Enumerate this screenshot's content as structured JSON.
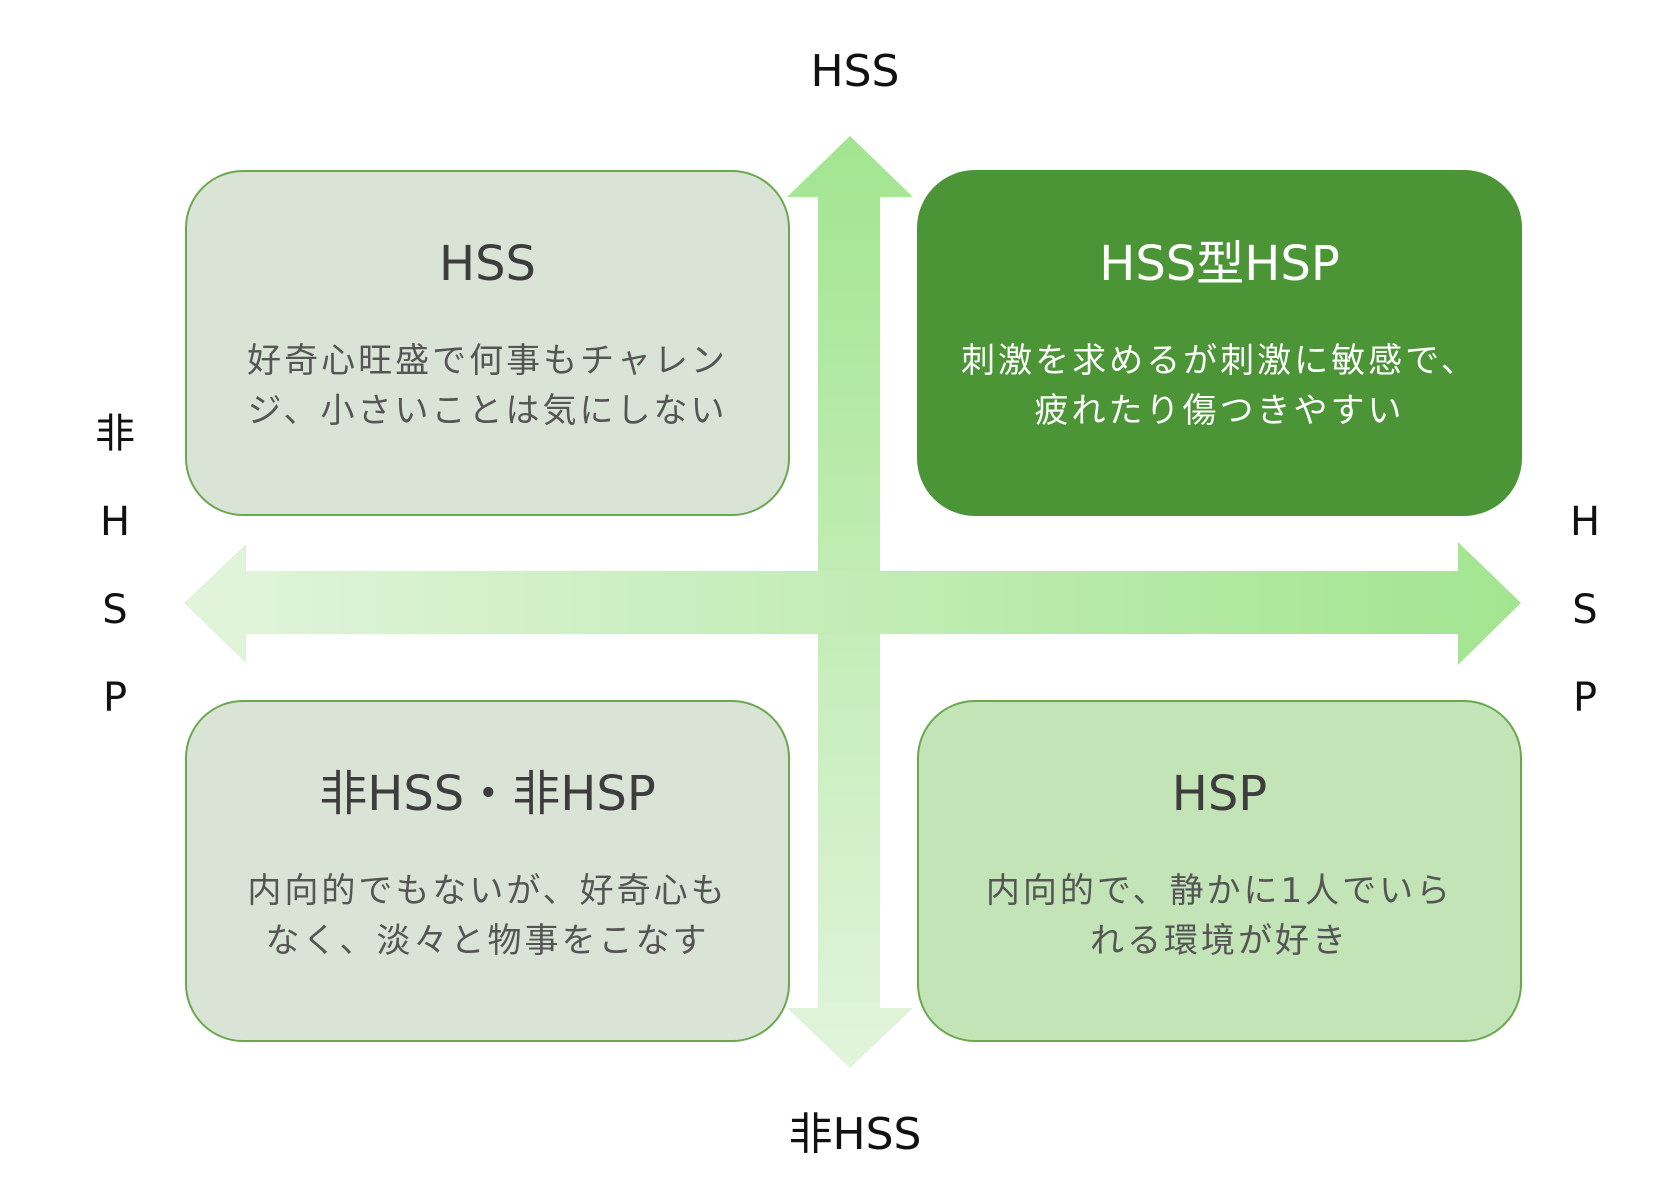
{
  "axes": {
    "vertical": {
      "top_label": "HSS",
      "bottom_label": "非HSS"
    },
    "horizontal": {
      "left_label_chars": [
        "非",
        "H",
        "S",
        "P"
      ],
      "right_label_chars": [
        "H",
        "S",
        "P"
      ]
    }
  },
  "quadrants": {
    "top_left": {
      "title": "HSS",
      "description_lines": [
        "好奇心旺盛で何事もチャレン",
        "ジ、小さいことは気にしない"
      ]
    },
    "top_right": {
      "title": "HSS型HSP",
      "description_lines": [
        "刺激を求めるが刺激に敏感で、",
        "疲れたり傷つきやすい"
      ]
    },
    "bottom_left": {
      "title": "非HSS・非HSP",
      "description_lines": [
        "内向的でもないが、好奇心も",
        "なく、淡々と物事をこなす"
      ]
    },
    "bottom_right": {
      "title": "HSP",
      "description_lines": [
        "内向的で、静かに1人でいら",
        "れる環境が好き"
      ]
    }
  },
  "colors": {
    "arrow_strong": "#a2e590",
    "arrow_light": "#e2f4dc",
    "quad_neutral": "#dae4d6",
    "quad_dark": "#4b9536",
    "quad_light": "#c2e4b7",
    "quad_border": "#6aa84f"
  }
}
